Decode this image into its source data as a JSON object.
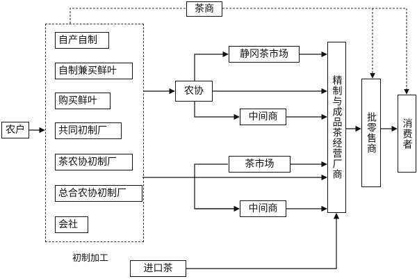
{
  "nodes": {
    "farmer": "农户",
    "tea_merchant": "茶商",
    "processing_items": [
      "自产自制",
      "自制兼买鲜叶",
      "购买鲜叶",
      "共同初制厂",
      "茶农协初制厂",
      "总合农协初制厂",
      "会社"
    ],
    "processing_caption": "初制加工",
    "cooperative": "农协",
    "jinggang_market": "静冈茶市场",
    "middleman_1": "中间商",
    "tea_market": "茶市场",
    "middleman_2": "中间商",
    "refined_dealer": "精制与成品茶经营厂商",
    "wholesale_retail": "批零售商",
    "consumer": "消费者",
    "import_tea": "进口茶"
  }
}
